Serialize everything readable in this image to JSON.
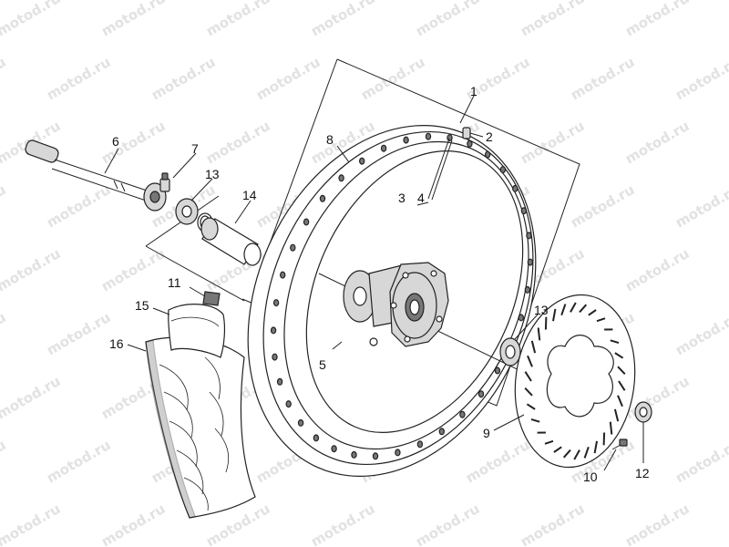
{
  "watermark": "motod.ru",
  "callouts": {
    "c1": "1",
    "c2": "2",
    "c3": "3",
    "c4": "4",
    "c5": "5",
    "c6": "6",
    "c7": "7",
    "c8": "8",
    "c9": "9",
    "c10": "10",
    "c11": "11",
    "c12": "12",
    "c13a": "13",
    "c13b": "13",
    "c14": "14",
    "c15": "15",
    "c16": "16"
  },
  "colors": {
    "line": "#222222",
    "hub": "#d7d7d7",
    "shadow": "#777777",
    "watermark": "#e2e2e2"
  }
}
